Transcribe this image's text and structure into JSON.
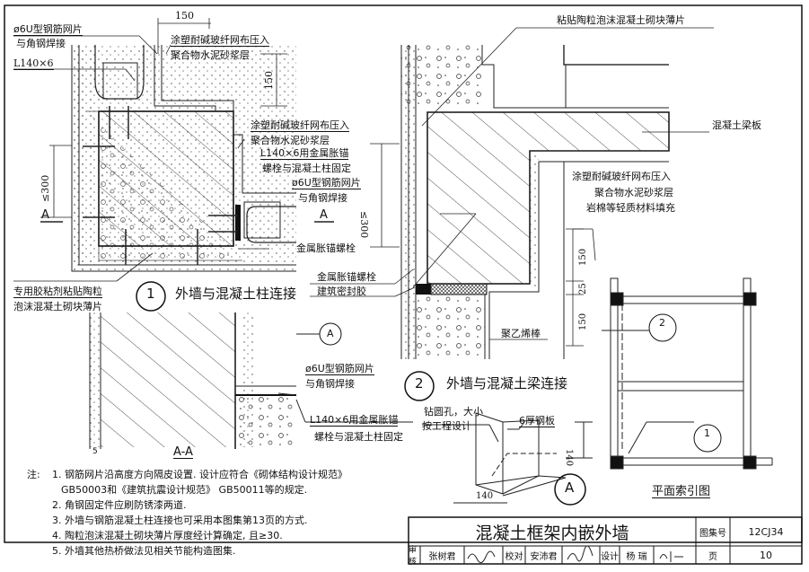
{
  "detail1": {
    "rebar_label": [
      "ø6U型钢筋网片",
      "与角钢焊接"
    ],
    "angle_label": "L140×6",
    "dim_150_top": "150",
    "coating_label_1": [
      "涂塑耐碱玻纤网布压入",
      "聚合物水泥砂浆层"
    ],
    "dim_150_side": "150",
    "coating_label_2": [
      "涂塑耐碱玻纤网布压入",
      "聚合物水泥砂浆层"
    ],
    "anchor_label": [
      "L140×6用金属胀锚",
      "螺栓与混凝土柱固定"
    ],
    "rebar_label_2": [
      "ø6U型钢筋网片",
      "与角钢焊接"
    ],
    "dim_300_left": "≤300",
    "dim_300_right": "≤300",
    "section_mark_left": "A",
    "section_mark_right": "A",
    "bolt_label": "金属胀锚螺栓",
    "adhesive_label": [
      "专用胶粘剂粘贴陶粒",
      "泡沫混凝土砌块薄片"
    ],
    "number": "1",
    "title": "外墙与混凝土柱连接"
  },
  "section_aa": {
    "index_mark": "A",
    "rebar_label": [
      "ø6U型钢筋网片",
      "与角钢焊接"
    ],
    "anchor_label": [
      "L140×6用金属胀锚",
      "螺栓与混凝土柱固定"
    ],
    "title": "A-A",
    "dim": "5"
  },
  "detail2": {
    "veneer_label": "粘贴陶粒泡沫混凝土砌块薄片",
    "beam_label": "混凝土梁板",
    "coating_label": [
      "涂塑耐碱玻纤网布压入",
      "聚合物水泥砂浆层",
      "岩棉等轻质材料填充"
    ],
    "bolt_label": "金属胀锚螺栓",
    "sealant_label": "建筑密封胶",
    "rod_label": "聚乙烯棒",
    "dims": [
      "150",
      "25",
      "150"
    ],
    "number": "2",
    "title": "外墙与混凝土梁连接"
  },
  "detail_a": {
    "hole_label": [
      "钻圆孔，大小",
      "按工程设计"
    ],
    "plate_label": "6厚钢板",
    "dim_height": "140",
    "dim_width": "140",
    "mark": "A"
  },
  "plan_index": {
    "title": "平面索引图",
    "mark_1": "1",
    "mark_2": "2"
  },
  "notes": {
    "prefix": "注:",
    "items": [
      "1. 钢筋网片沿高度方向隔皮设置. 设计应符合《砌体结构设计规范》",
      "GB50003和《建筑抗震设计规范》 GB50011等的规定.",
      "2. 角钢固定件应刷防锈漆两道.",
      "3. 外墙与钢筋混凝土柱连接也可采用本图集第13页的方式.",
      "4. 陶粒泡沫混凝土砌块薄片厚度经计算确定, 且≥30.",
      "5. 外墙其他热桥做法见相关节能构造图集."
    ]
  },
  "title_block": {
    "title": "混凝土框架内嵌外墙",
    "atlas_label": "图集号",
    "atlas_no": "12CJ34",
    "review_label": "审核",
    "reviewer": "张树君",
    "check_label": "校对",
    "checker": "安沛君",
    "design_label": "设计",
    "designer": "杨 瑞",
    "page_label": "页",
    "page_no": "10"
  }
}
